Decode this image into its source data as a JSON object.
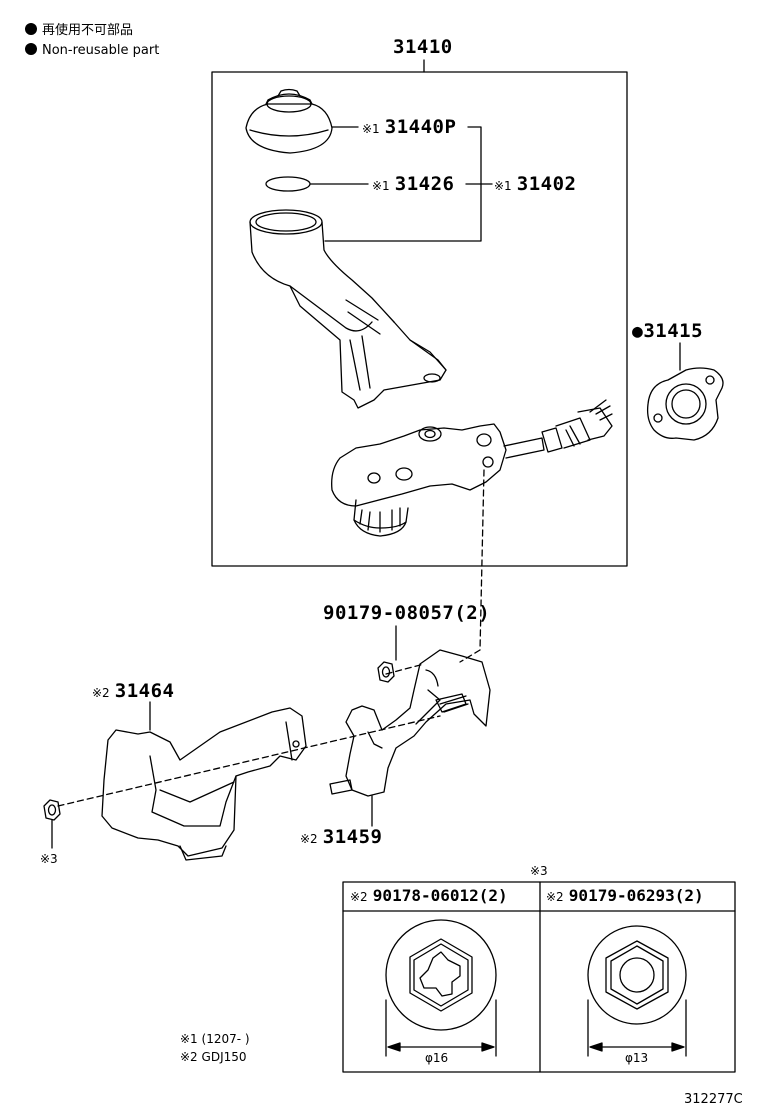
{
  "legend": {
    "jp_label": "再使用不可部品",
    "en_label": "Non-reusable part"
  },
  "marks": {
    "ref": "※",
    "dot": "●"
  },
  "parts": {
    "assembly": "31410",
    "cap": {
      "mark": "※1",
      "number": "31440P"
    },
    "gasket": {
      "mark": "※1",
      "number": "31426"
    },
    "reservoir_kit": {
      "mark": "※1",
      "number": "31402"
    },
    "flange_gasket": {
      "mark": "●",
      "number": "31415"
    },
    "nut": {
      "number": "90179-08057(2)"
    },
    "bracket_cover": {
      "mark": "※2",
      "number": "31464"
    },
    "bracket": {
      "mark": "※2",
      "number": "31459"
    },
    "nut_ref": "※3"
  },
  "table": {
    "title": "※3",
    "cells": [
      {
        "mark": "※2",
        "number": "90178-06012(2)",
        "dimension": "φ16"
      },
      {
        "mark": "※2",
        "number": "90179-06293(2)",
        "dimension": "φ13"
      }
    ]
  },
  "notes": [
    {
      "mark": "※1",
      "text": "(1207-       )"
    },
    {
      "mark": "※2",
      "text": "GDJ150"
    }
  ],
  "diagram_id": "312277C"
}
